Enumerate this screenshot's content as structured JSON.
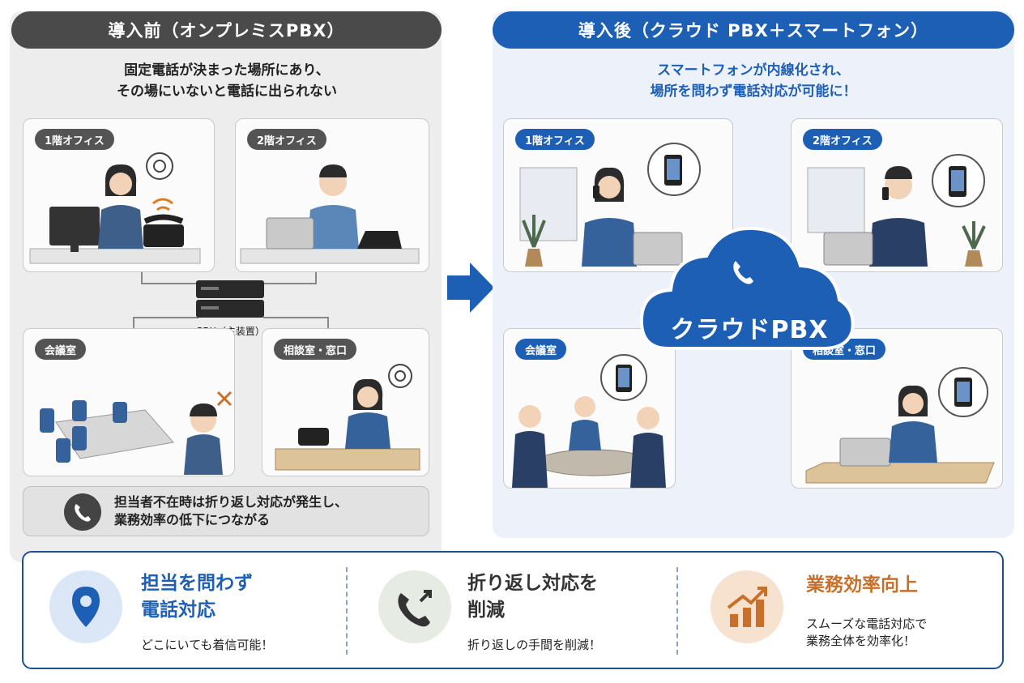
{
  "before": {
    "header": "導入前（オンプレミスPBX）",
    "subtitle_line1": "固定電話が決まった場所にあり、",
    "subtitle_line2": "その場にいないと電話に出られない",
    "scenes": [
      {
        "label": "1階オフィス"
      },
      {
        "label": "2階オフィス"
      },
      {
        "label": "会議室"
      },
      {
        "label": "相談室・窓口"
      }
    ],
    "pbx_label": "PBX（主装置）",
    "note_line1": "担当者不在時は折り返し対応が発生し、",
    "note_line2": "業務効率の低下につながる"
  },
  "after": {
    "header": "導入後（クラウド PBX＋スマートフォン）",
    "subtitle_line1": "スマートフォンが内線化され、",
    "subtitle_line2": "場所を問わず電話対応が可能に！",
    "scenes": [
      {
        "label": "1階オフィス"
      },
      {
        "label": "2階オフィス"
      },
      {
        "label": "会議室"
      },
      {
        "label": "相談室・窓口"
      }
    ],
    "cloud_label": "クラウドPBX"
  },
  "benefits": [
    {
      "title_line1": "担当を問わず",
      "title_line2": "電話対応",
      "desc_line1": "どこにいても着信可能！",
      "desc_line2": "",
      "icon": "location-pin-icon",
      "color": "#1d5fb4"
    },
    {
      "title_line1": "折り返し対応を",
      "title_line2": "削減",
      "desc_line1": "折り返しの手間を削減！",
      "desc_line2": "",
      "icon": "callback-phone-icon",
      "color": "#333333"
    },
    {
      "title_line1": "業務効率向上",
      "title_line2": "",
      "desc_line1": "スムーズな電話対応で",
      "desc_line2": "業務全体を効率化！",
      "icon": "growth-chart-icon",
      "color": "#c8702a"
    }
  ],
  "colors": {
    "brand_blue": "#1d5fb4",
    "dark_gray": "#4a4a4a",
    "orange": "#c8702a"
  }
}
